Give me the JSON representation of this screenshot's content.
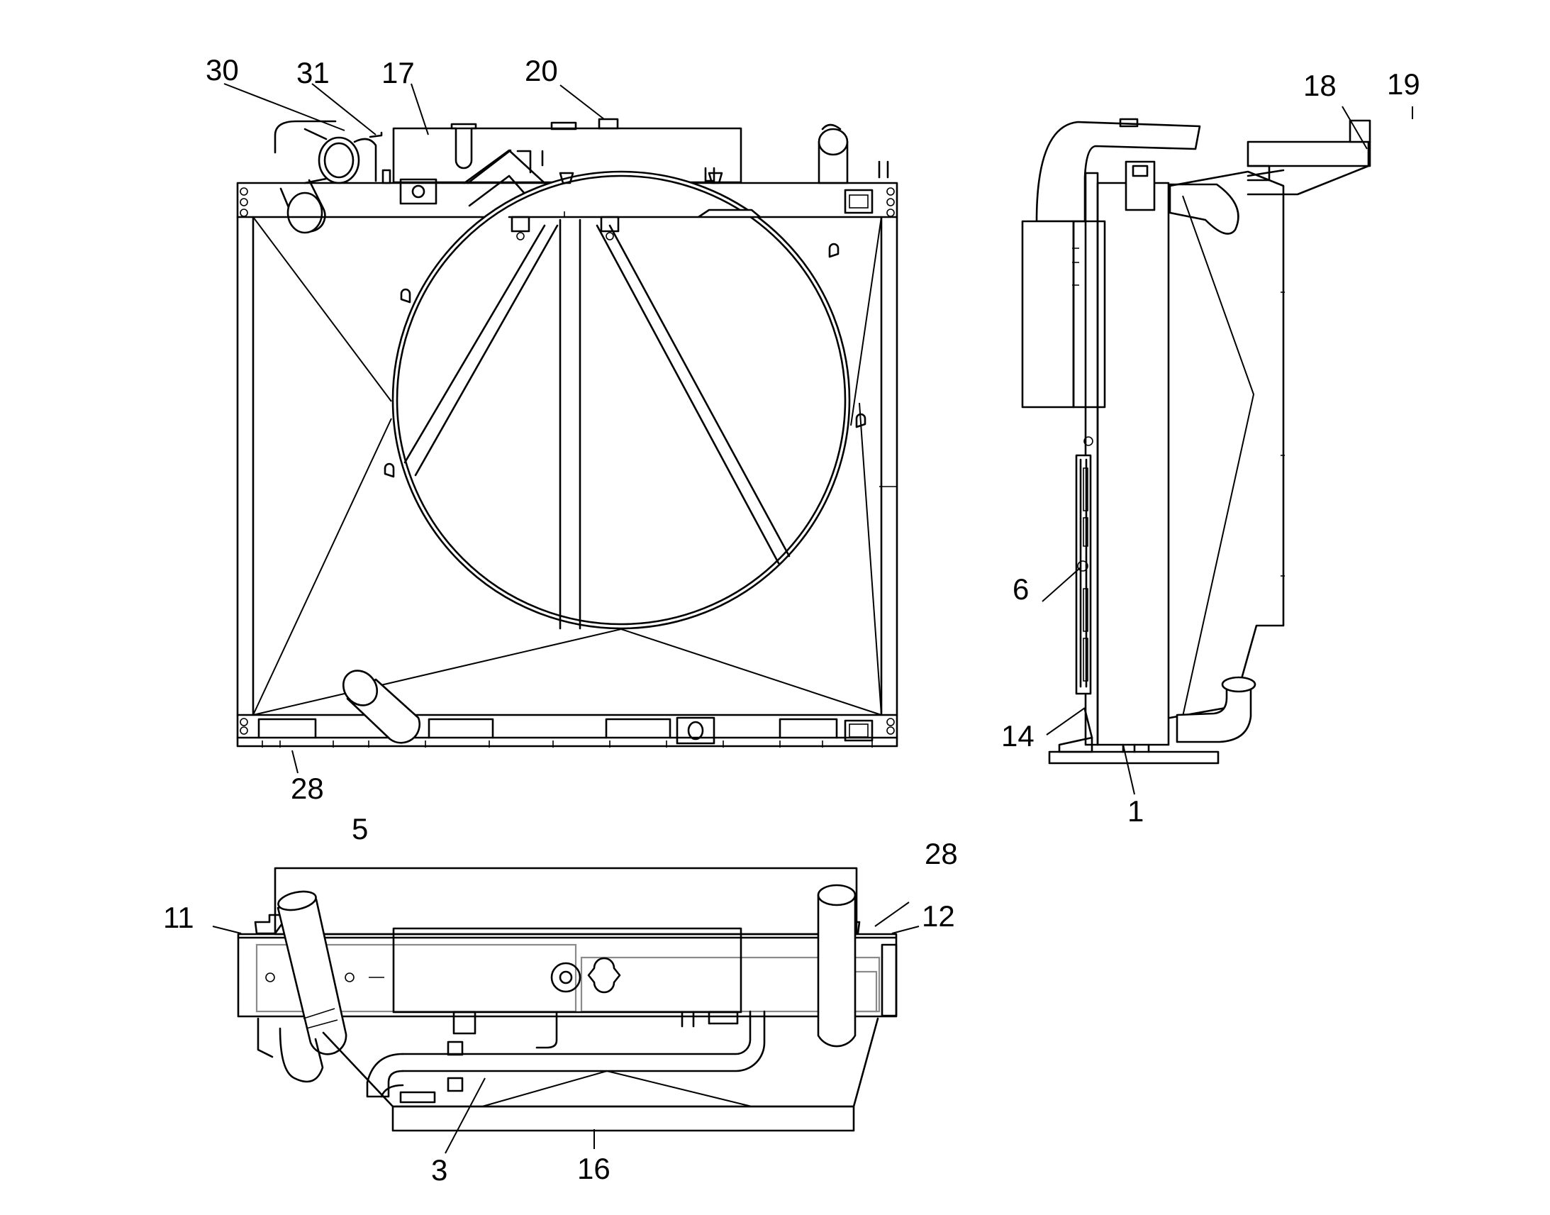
{
  "callouts": {
    "c30": "30",
    "c31": "31",
    "c17": "17",
    "c20": "20",
    "c18": "18",
    "c19": "19",
    "c6": "6",
    "c14": "14",
    "c1": "1",
    "c28a": "28",
    "c5": "5",
    "c28b": "28",
    "c11": "11",
    "c12": "12",
    "c3": "3",
    "c16": "16"
  }
}
